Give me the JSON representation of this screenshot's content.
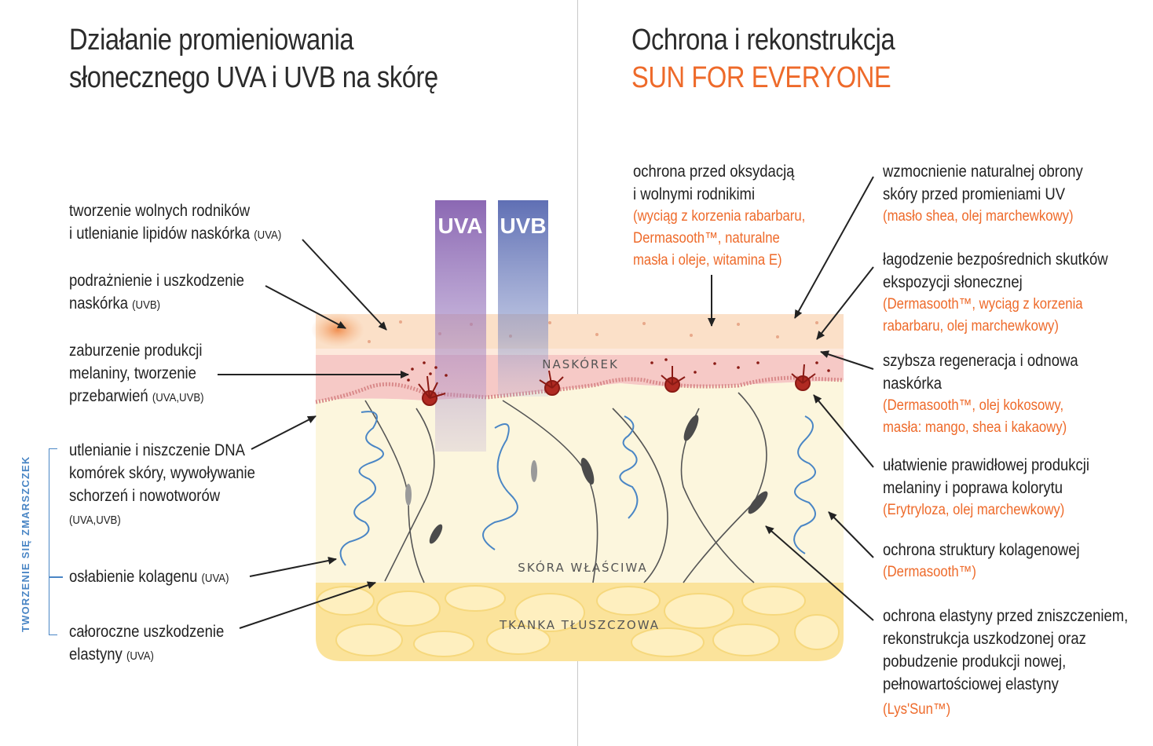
{
  "left_title": {
    "line1": "Działanie promieniowania",
    "line2": "słonecznego UVA i UVB na skórę"
  },
  "right_title": {
    "line1": "Ochrona i rekonstrukcja",
    "line2": "SUN FOR EVERYONE"
  },
  "rays": {
    "uva": "UVA",
    "uvb": "UVB"
  },
  "layers": {
    "epidermis": "NASKÓREK",
    "dermis": "SKÓRA WŁAŚCIWA",
    "fat": "TKANKA TŁUSZCZOWA"
  },
  "side_tag": "TWORZENIE SIĘ ZMARSZCZEK",
  "left_items": [
    {
      "l1": "tworzenie wolnych rodników",
      "l2": "i utlenianie lipidów naskórka",
      "tag": "(UVA)"
    },
    {
      "l1": "podrażnienie i uszkodzenie",
      "l2": "naskórka",
      "tag": "(UVB)"
    },
    {
      "l1": "zaburzenie produkcji",
      "l2": "melaniny, tworzenie",
      "l3": "przebarwień",
      "tag": "(UVA,UVB)"
    },
    {
      "l1": "utlenianie i niszczenie DNA",
      "l2": "komórek skóry, wywoływanie",
      "l3": "schorzeń i nowotworów",
      "tag": "(UVA,UVB)"
    },
    {
      "l1": "osłabienie kolagenu",
      "tag": "(UVA)"
    },
    {
      "l1": "całoroczne uszkodzenie",
      "l2": "elastyny",
      "tag": "(UVA)"
    }
  ],
  "right_items": [
    {
      "l1": "ochrona przed oksydacją",
      "l2": "i wolnymi rodnikimi",
      "ing1": "(wyciąg z korzenia rabarbaru,",
      "ing2": "Dermasooth™, naturalne",
      "ing3": "masła i oleje, witamina E)"
    },
    {
      "l1": "wzmocnienie naturalnej obrony",
      "l2": "skóry przed promieniami UV",
      "ing1": "(masło shea, olej marchewkowy)"
    },
    {
      "l1": "łagodzenie bezpośrednich skutków",
      "l2": "ekspozycji słonecznej",
      "ing1": "(Dermasooth™, wyciąg z korzenia",
      "ing2": "rabarbaru, olej marchewkowy)"
    },
    {
      "l1": "szybsza regeneracja i odnowa",
      "l2": "naskórka",
      "ing1": "(Dermasooth™, olej kokosowy,",
      "ing2": "masła: mango, shea i kakaowy)"
    },
    {
      "l1": "ułatwienie prawidłowej produkcji",
      "l2": "melaniny i poprawa kolorytu",
      "ing1": "(Erytryloza, olej marchewkowy)"
    },
    {
      "l1": "ochrona struktury kolagenowej",
      "ing1": "(Dermasooth™)"
    },
    {
      "l1": "ochrona elastyny przed zniszczeniem,",
      "l2": "rekonstrukcja uszkodzonej oraz",
      "l3": "pobudzenie produkcji nowej,",
      "l4": "pełnowartościowej elastyny",
      "ing1": "(Lys'Sun™)"
    }
  ],
  "colors": {
    "accent": "#ee6a2a",
    "blue": "#4a86c5",
    "uva": "#8b68b3",
    "uvb": "#5f6fb4"
  }
}
